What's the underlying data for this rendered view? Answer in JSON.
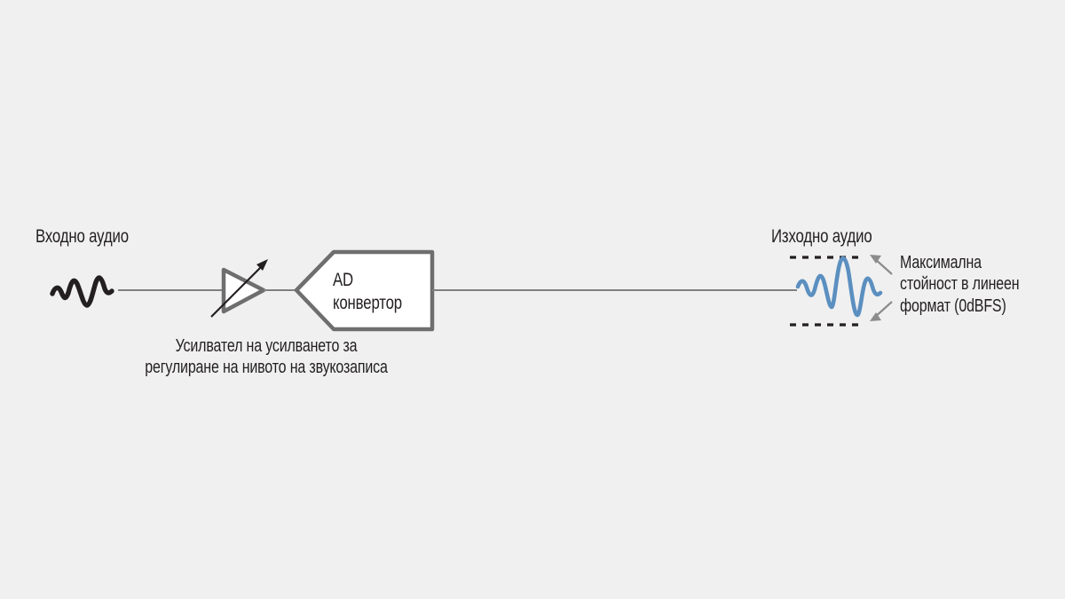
{
  "theme": {
    "background": "#f0f0f0",
    "ink": "#231f20",
    "wire": "#808080",
    "outline": "#6e6e6e",
    "blue_waveform": "#5b8fc0",
    "arrow_gray": "#8c8c8c",
    "block_fill": "#ffffff"
  },
  "diagram": {
    "input_label": "Входно аудио",
    "amplifier_caption": "Усилвател на усилването за\nрегулиране на нивото на звукозаписа",
    "adc_label": "AD\nконвертор",
    "output_label": "Изходно аудио",
    "max_value_caption": "Максимална\nстойност в линеен\nформат (0dBFS)"
  },
  "icons": {
    "input_waveform": "audio-waveform-icon",
    "amplifier": "variable-gain-amplifier-icon",
    "adc_block": "adc-block-icon",
    "output_waveform": "blue-audio-waveform-icon",
    "clip_ceiling": "dashed-ceiling-line-icon",
    "clip_floor": "dashed-floor-line-icon",
    "callout_arrow_upper": "arrow-up-left-icon",
    "callout_arrow_lower": "arrow-down-left-icon"
  }
}
